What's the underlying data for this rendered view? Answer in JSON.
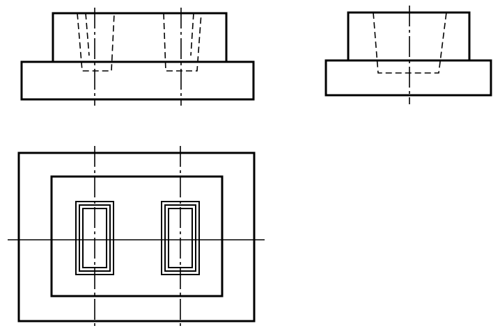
{
  "drawing": {
    "type": "orthographic-projection",
    "views": [
      "front-view",
      "side-view",
      "top-view"
    ],
    "line_color": "#000000",
    "background": "#ffffff"
  }
}
